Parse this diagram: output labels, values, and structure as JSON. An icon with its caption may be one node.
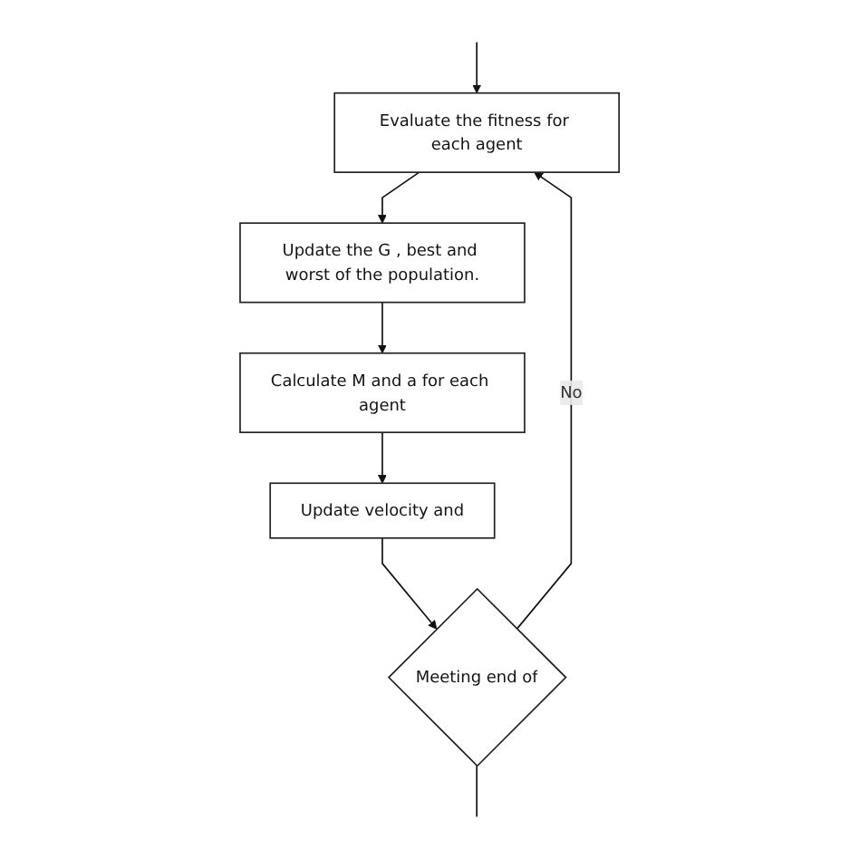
{
  "diagram": {
    "nodes": [
      {
        "text": [
          "Evaluate the fitness for each agent"
        ]
      },
      {
        "text": [
          "Update the G , best and worst of the population."
        ]
      },
      {
        "text": [
          "Calculate M and a for each agent"
        ]
      },
      {
        "text": [
          "Update velocity and"
        ]
      },
      {
        "text": [
          "Meeting end of"
        ]
      }
    ],
    "edges": [
      {
        "from": null,
        "to": 0,
        "arrow": "to"
      },
      {
        "from": 0,
        "to": 1,
        "arrow": "to"
      },
      {
        "from": 1,
        "to": 2,
        "arrow": "to"
      },
      {
        "from": 2,
        "to": 3,
        "arrow": "to"
      },
      {
        "from": 3,
        "to": 4,
        "arrow": "to"
      },
      {
        "from": 4,
        "to": 0,
        "label": "No",
        "arrow": "to"
      },
      {
        "from": 4,
        "to": null,
        "arrow": "none"
      }
    ]
  }
}
